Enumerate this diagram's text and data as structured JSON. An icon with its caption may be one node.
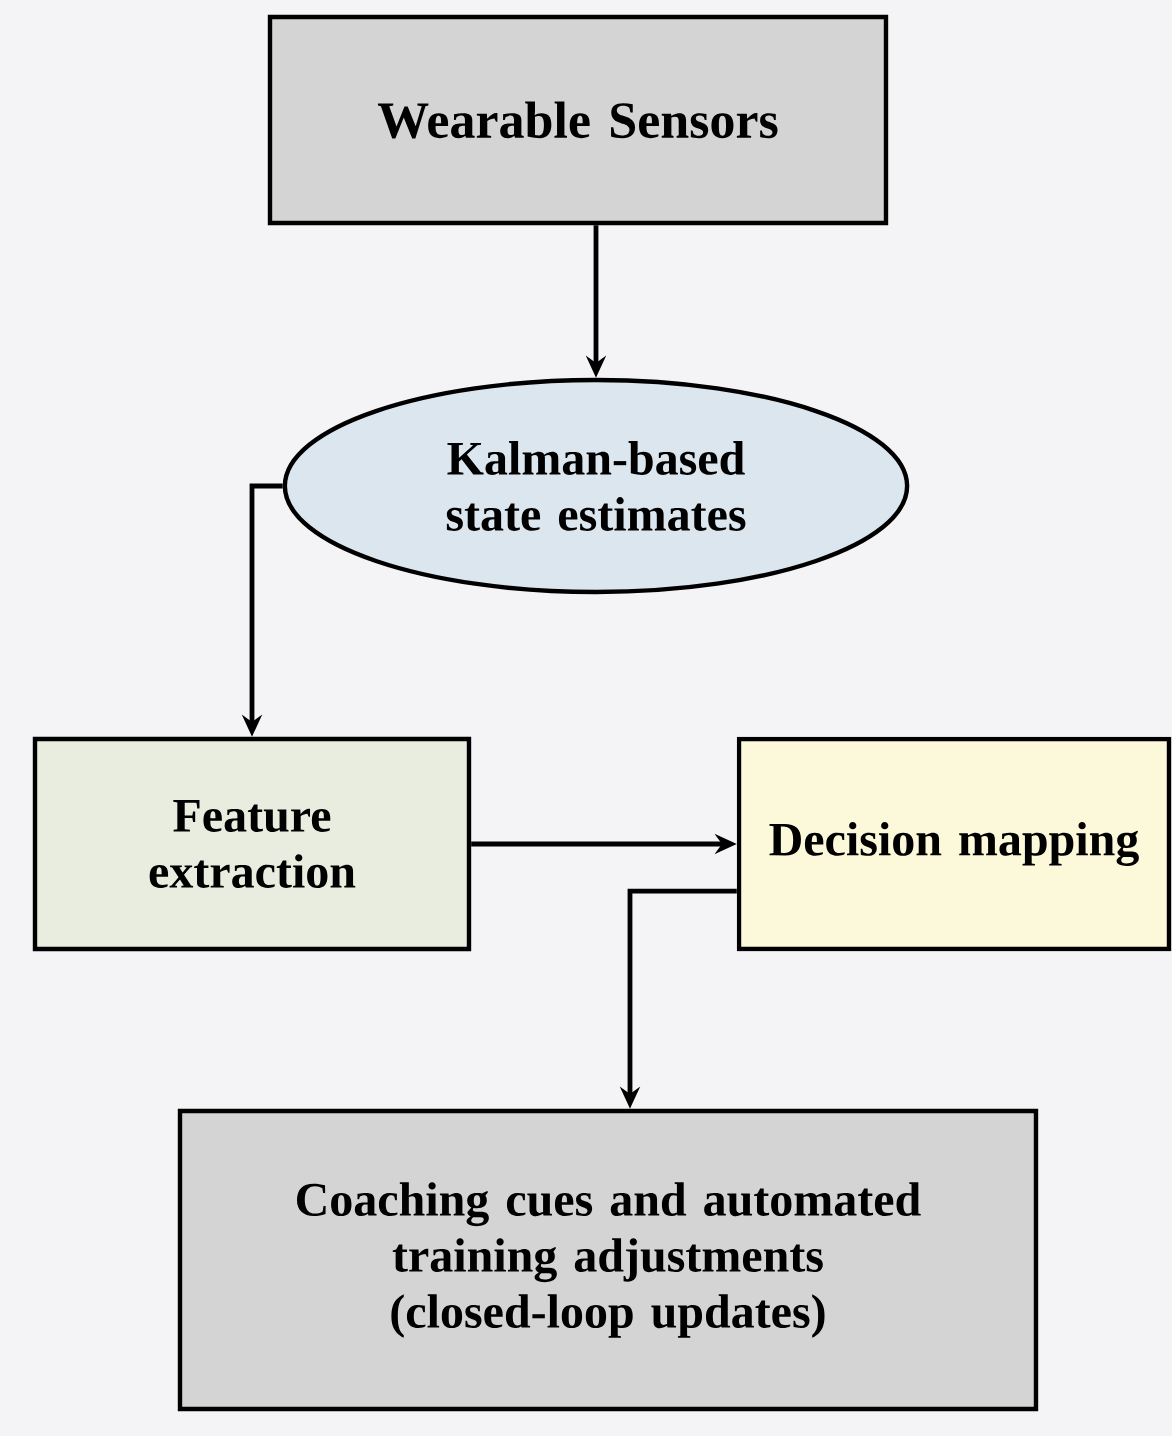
{
  "diagram": {
    "nodes": [
      {
        "text": [
          "Wearable Sensors"
        ]
      },
      {
        "text": [
          "Kalman-based state estimates"
        ]
      },
      {
        "text": [
          "Feature extraction"
        ]
      },
      {
        "text": [
          "Decision mapping"
        ]
      },
      {
        "text": [
          "Coaching cues and automated training adjustments (closed-loop updates)"
        ]
      }
    ],
    "edges": [
      {
        "from": 0,
        "to": 1,
        "arrow": "to"
      },
      {
        "from": 1,
        "to": 2,
        "arrow": "to"
      },
      {
        "from": 2,
        "to": 3,
        "arrow": "to"
      },
      {
        "from": 3,
        "to": 4,
        "arrow": "to"
      }
    ]
  }
}
